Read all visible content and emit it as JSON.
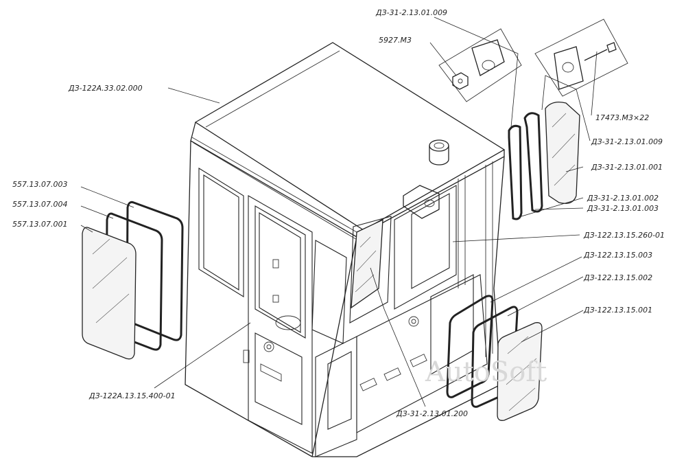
{
  "labels": {
    "top_bracket": "ДЗ-31-2.13.01.009",
    "nut": "5927.М3",
    "roof": "ДЗ-122А.33.02.000",
    "bolt": "17473.М3×22",
    "right_bracket": "ДЗ-31-2.13.01.009",
    "right_glass": "ДЗ-31-2.13.01.001",
    "right_seal_outer": "ДЗ-31-2.13.01.002",
    "right_seal_inner": "ДЗ-31-2.13.01.003",
    "side_part": "ДЗ-122.13.15.260-01",
    "lower_seal_outer": "ДЗ-122.13.15.003",
    "lower_seal_inner": "ДЗ-122.13.15.002",
    "lower_glass": "ДЗ-122.13.15.001",
    "left_seal_outer": "557.13.07.003",
    "left_seal_inner": "557.13.07.004",
    "left_glass": "557.13.07.001",
    "door": "ДЗ-122А.13.15.400-01",
    "windshield": "ДЗ-31-2.13.01.200"
  },
  "watermark": "AutoSoft"
}
